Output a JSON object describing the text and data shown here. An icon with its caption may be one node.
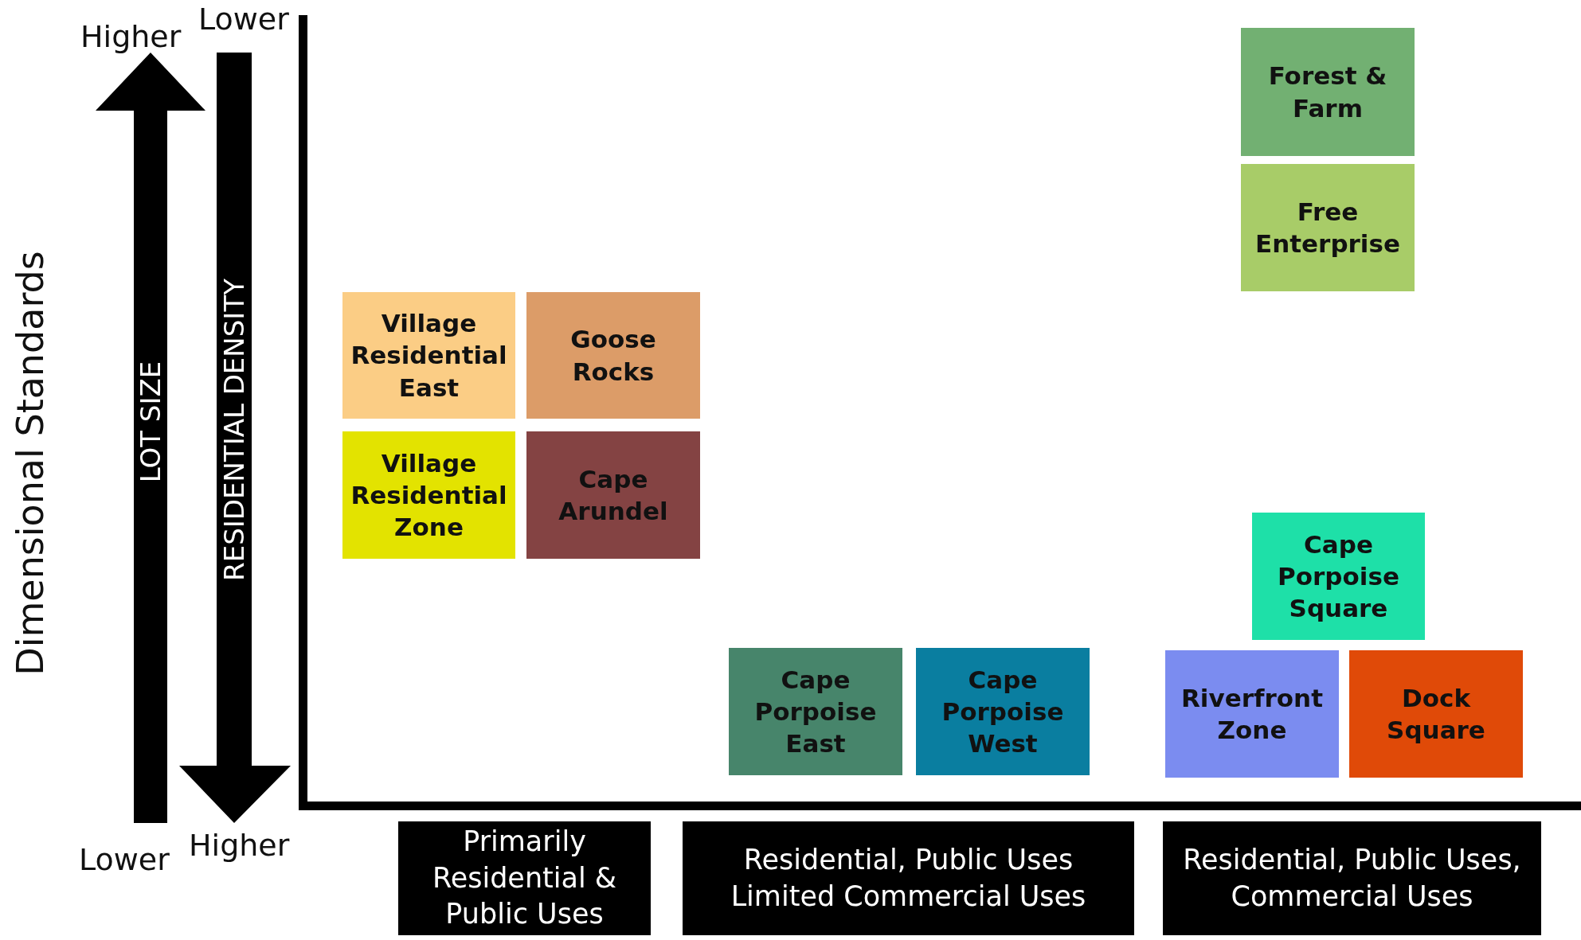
{
  "diagram": {
    "nodes": [
      {
        "text": [
          "Forest & Farm"
        ]
      },
      {
        "text": [
          "Free Enterprise"
        ]
      },
      {
        "text": [
          "Village Residential East"
        ]
      },
      {
        "text": [
          "Goose Rocks"
        ]
      },
      {
        "text": [
          "Village Residential Zone"
        ]
      },
      {
        "text": [
          "Cape Arundel"
        ]
      },
      {
        "text": [
          "Cape Porpoise Square"
        ]
      },
      {
        "text": [
          "Cape Porpoise East"
        ]
      },
      {
        "text": [
          "Cape Porpoise West"
        ]
      },
      {
        "text": [
          "Riverfront Zone"
        ]
      },
      {
        "text": [
          "Dock Square"
        ]
      },
      {
        "text": [
          "Primarily Residential & Public Uses"
        ]
      },
      {
        "text": [
          "Residential, Public Uses Limited Commercial Uses"
        ]
      },
      {
        "text": [
          "Residential, Public Uses, Commercial Uses"
        ]
      }
    ],
    "edges": [],
    "labels": [
      "Higher",
      "Lower",
      "Dimensional Standards",
      "LOT SIZE",
      "RESIDENTIAL DENSITY",
      "Lower",
      "Higher"
    ]
  }
}
